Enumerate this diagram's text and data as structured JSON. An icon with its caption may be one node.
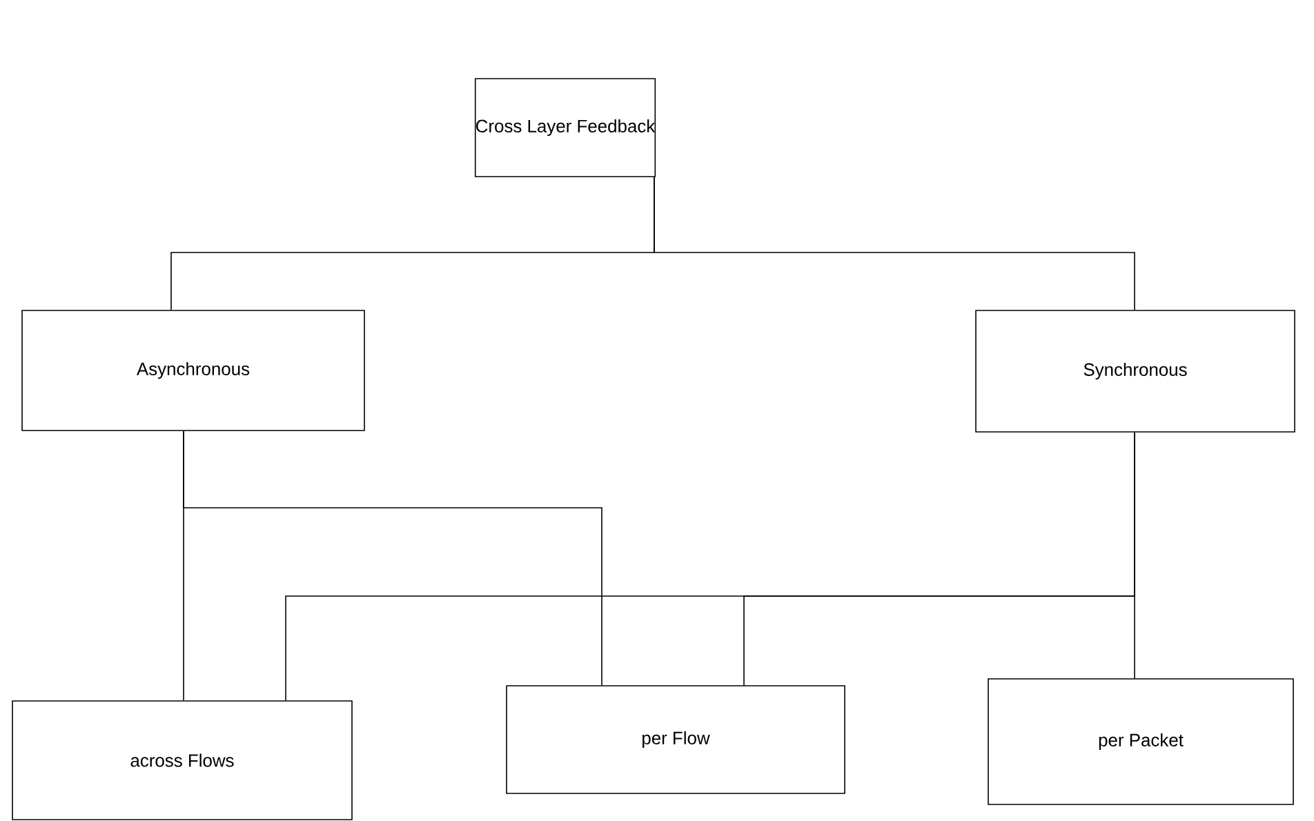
{
  "diagram": {
    "nodes": [
      {
        "text": [
          "Cross Layer Feedback"
        ]
      },
      {
        "text": [
          "Asynchronous"
        ]
      },
      {
        "text": [
          "Synchronous"
        ]
      },
      {
        "text": [
          "across Flows"
        ]
      },
      {
        "text": [
          "per Flow"
        ]
      },
      {
        "text": [
          "per Packet"
        ]
      }
    ],
    "edges": [
      {
        "from": 0,
        "to": 1,
        "arrow": "none"
      },
      {
        "from": 0,
        "to": 2,
        "arrow": "none"
      },
      {
        "from": 1,
        "to": 3,
        "arrow": "none"
      },
      {
        "from": 1,
        "to": 4,
        "arrow": "none"
      },
      {
        "from": 2,
        "to": 3,
        "arrow": "none"
      },
      {
        "from": 2,
        "to": 4,
        "arrow": "none"
      },
      {
        "from": 2,
        "to": 5,
        "arrow": "none"
      }
    ]
  }
}
